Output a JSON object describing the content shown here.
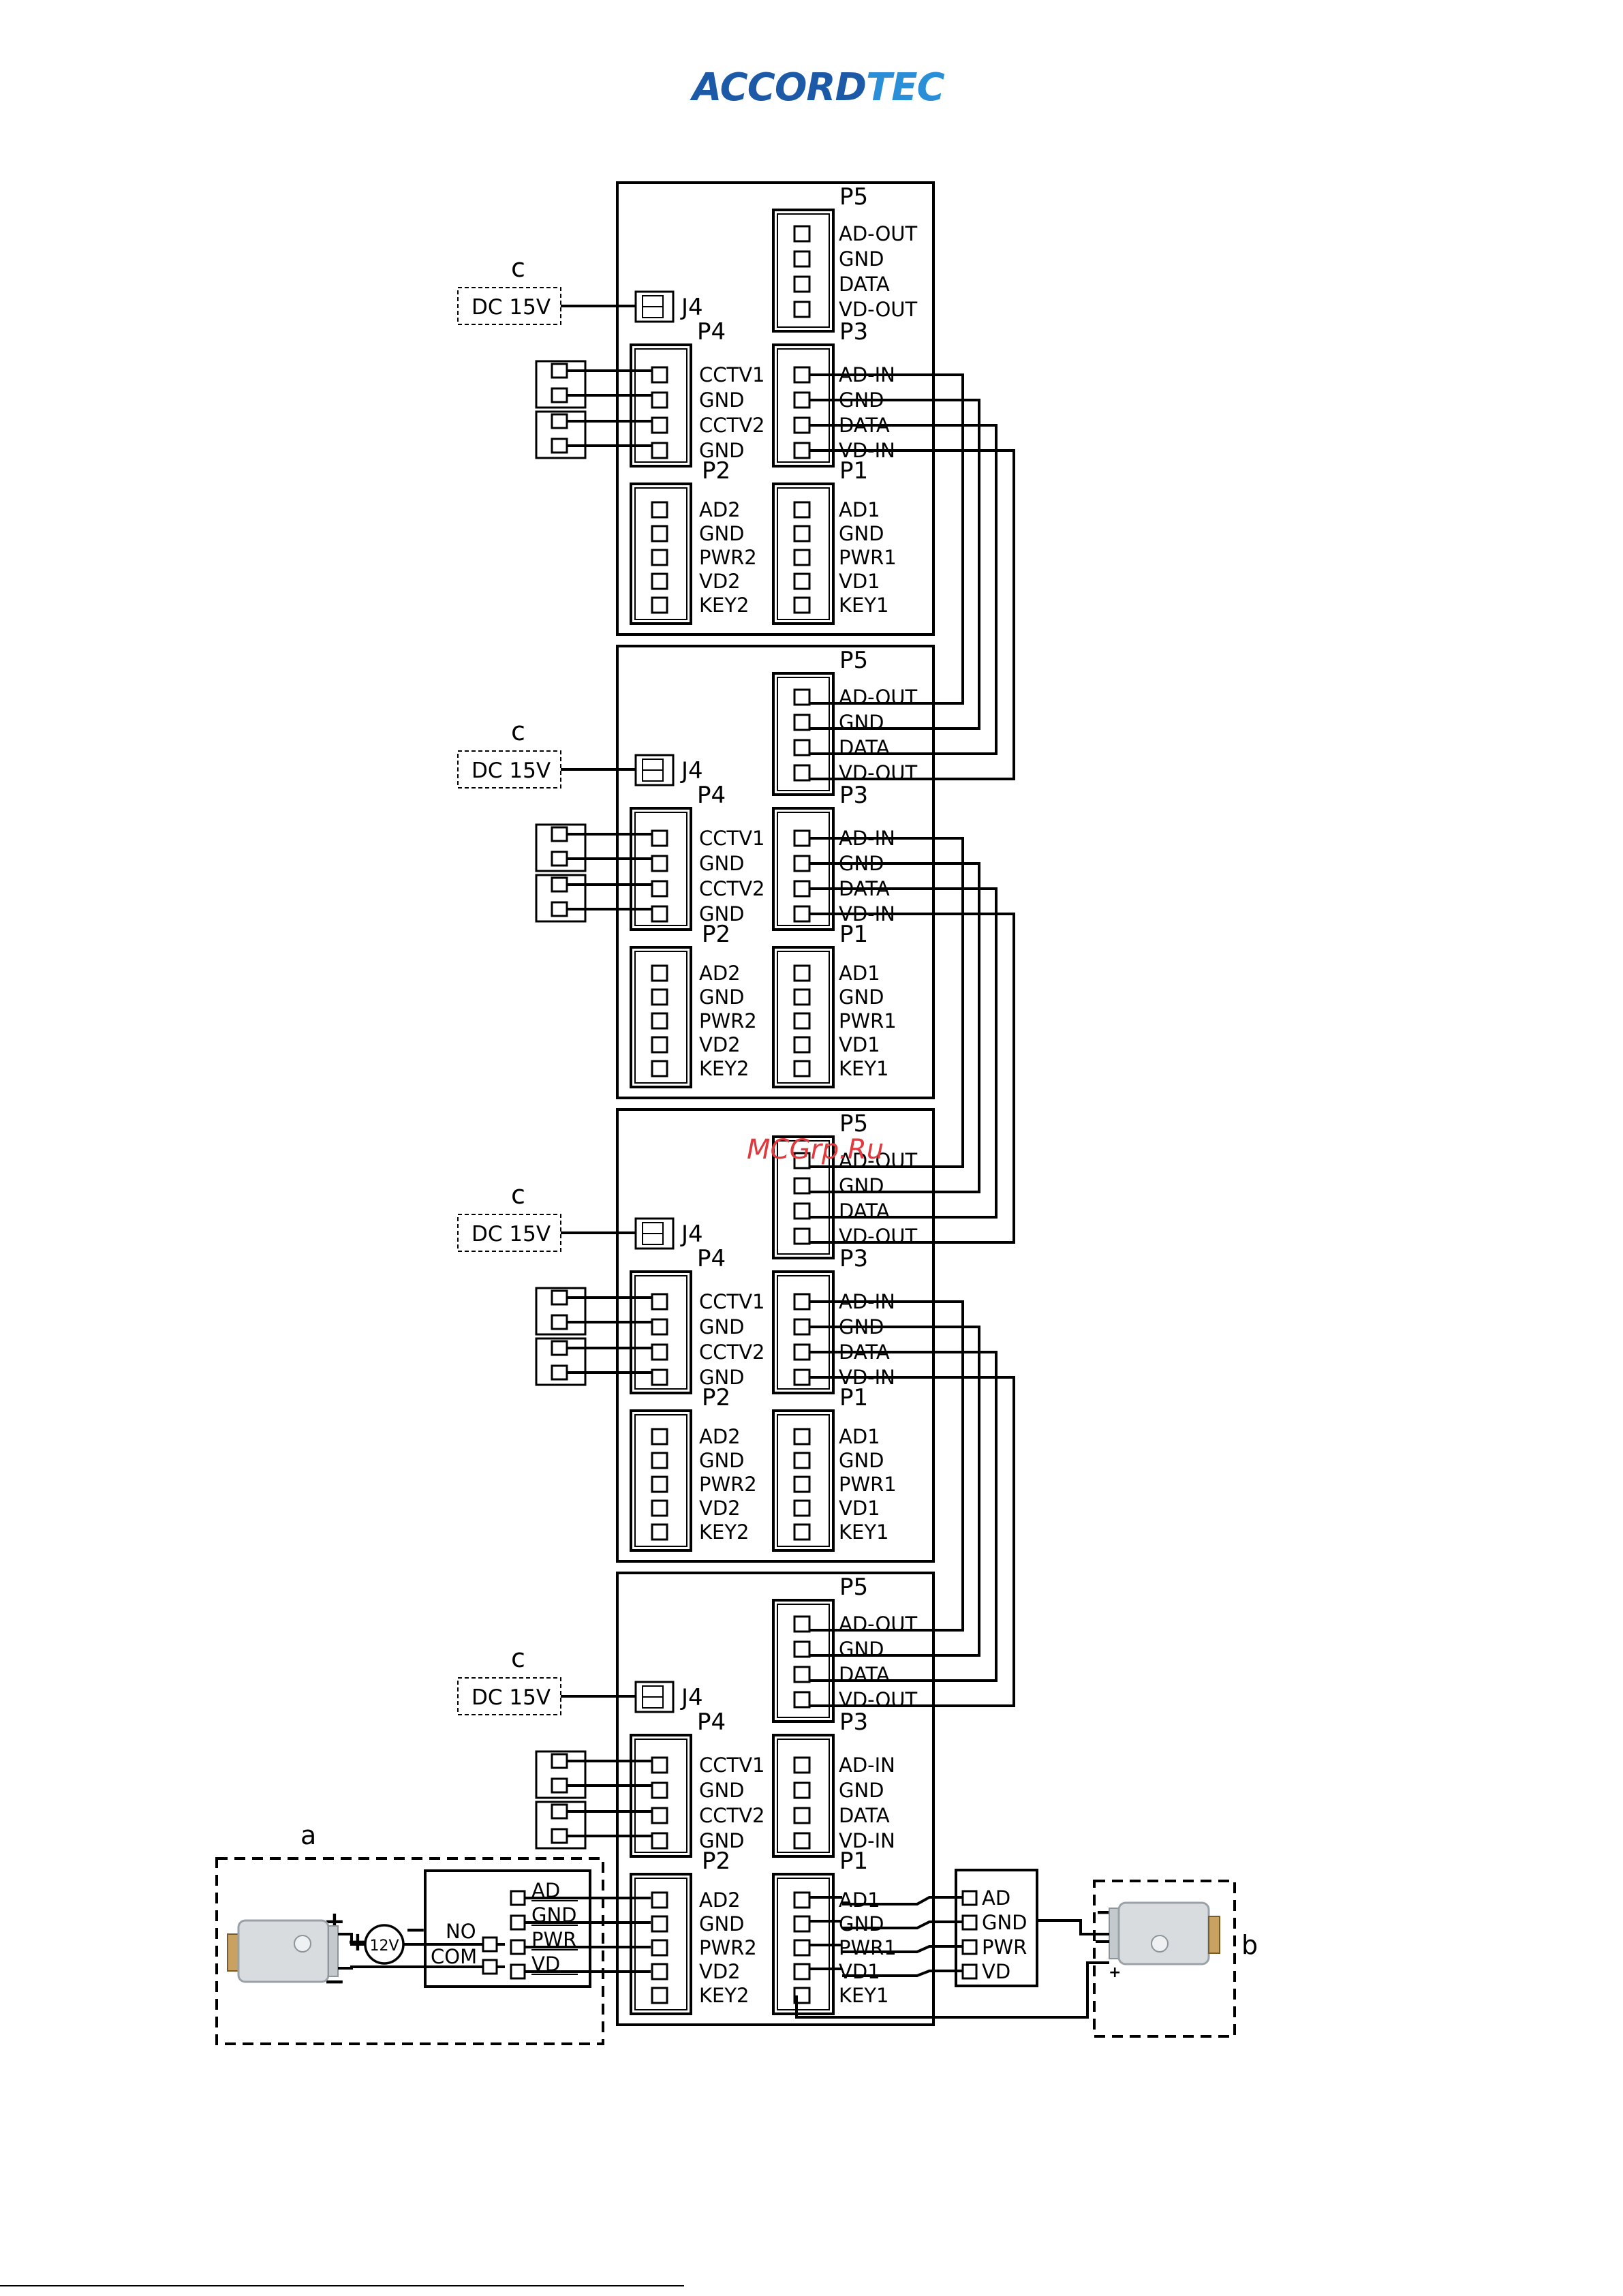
{
  "logo": {
    "part1": "ACC",
    "part2": "RD",
    "part3": "TEC",
    "color1": "#1c5aa8",
    "color2": "#2a8fd6"
  },
  "watermark": "MCGrp.Ru",
  "colors": {
    "line": "#000000",
    "lock_body": "#d8dcdf",
    "lock_bolt": "#c9a160",
    "watermark": "#e0393e"
  },
  "modules": [
    {
      "dc_label": "c",
      "dc_power": "DC 15V",
      "j4": "J4",
      "p5": {
        "title": "P5",
        "pins": [
          "AD-OUT",
          "GND",
          "DATA",
          "VD-OUT"
        ]
      },
      "p4": {
        "title": "P4",
        "pins": [
          "CCTV1",
          "GND",
          "CCTV2",
          "GND"
        ]
      },
      "p3": {
        "title": "P3",
        "pins": [
          "AD-IN",
          "GND",
          "DATA",
          "VD-IN"
        ]
      },
      "p2": {
        "title": "P2",
        "pins": [
          "AD2",
          "GND",
          "PWR2",
          "VD2",
          "KEY2"
        ]
      },
      "p1": {
        "title": "P1",
        "pins": [
          "AD1",
          "GND",
          "PWR1",
          "VD1",
          "KEY1"
        ]
      }
    },
    {
      "dc_label": "c",
      "dc_power": "DC 15V",
      "j4": "J4",
      "p5": {
        "title": "P5",
        "pins": [
          "AD-OUT",
          "GND",
          "DATA",
          "VD-OUT"
        ]
      },
      "p4": {
        "title": "P4",
        "pins": [
          "CCTV1",
          "GND",
          "CCTV2",
          "GND"
        ]
      },
      "p3": {
        "title": "P3",
        "pins": [
          "AD-IN",
          "GND",
          "DATA",
          "VD-IN"
        ]
      },
      "p2": {
        "title": "P2",
        "pins": [
          "AD2",
          "GND",
          "PWR2",
          "VD2",
          "KEY2"
        ]
      },
      "p1": {
        "title": "P1",
        "pins": [
          "AD1",
          "GND",
          "PWR1",
          "VD1",
          "KEY1"
        ]
      }
    },
    {
      "dc_label": "c",
      "dc_power": "DC 15V",
      "j4": "J4",
      "p5": {
        "title": "P5",
        "pins": [
          "AD-OUT",
          "GND",
          "DATA",
          "VD-OUT"
        ]
      },
      "p4": {
        "title": "P4",
        "pins": [
          "CCTV1",
          "GND",
          "CCTV2",
          "GND"
        ]
      },
      "p3": {
        "title": "P3",
        "pins": [
          "AD-IN",
          "GND",
          "DATA",
          "VD-IN"
        ]
      },
      "p2": {
        "title": "P2",
        "pins": [
          "AD2",
          "GND",
          "PWR2",
          "VD2",
          "KEY2"
        ]
      },
      "p1": {
        "title": "P1",
        "pins": [
          "AD1",
          "GND",
          "PWR1",
          "VD1",
          "KEY1"
        ]
      }
    },
    {
      "dc_label": "c",
      "dc_power": "DC 15V",
      "j4": "J4",
      "p5": {
        "title": "P5",
        "pins": [
          "AD-OUT",
          "GND",
          "DATA",
          "VD-OUT"
        ]
      },
      "p4": {
        "title": "P4",
        "pins": [
          "CCTV1",
          "GND",
          "CCTV2",
          "GND"
        ]
      },
      "p3": {
        "title": "P3",
        "pins": [
          "AD-IN",
          "GND",
          "DATA",
          "VD-IN"
        ]
      },
      "p2": {
        "title": "P2",
        "pins": [
          "AD2",
          "GND",
          "PWR2",
          "VD2",
          "KEY2"
        ]
      },
      "p1": {
        "title": "P1",
        "pins": [
          "AD1",
          "GND",
          "PWR1",
          "VD1",
          "KEY1"
        ]
      }
    }
  ],
  "panel_a": {
    "label": "a",
    "pins": [
      "AD",
      "GND",
      "PWR",
      "VD"
    ],
    "relay": [
      "NO",
      "COM"
    ],
    "supply": "12V",
    "plus": "+",
    "minus": "−"
  },
  "panel_b": {
    "label": "b",
    "pins": [
      "AD",
      "GND",
      "PWR",
      "VD"
    ],
    "plus": "+",
    "minus": "−"
  }
}
